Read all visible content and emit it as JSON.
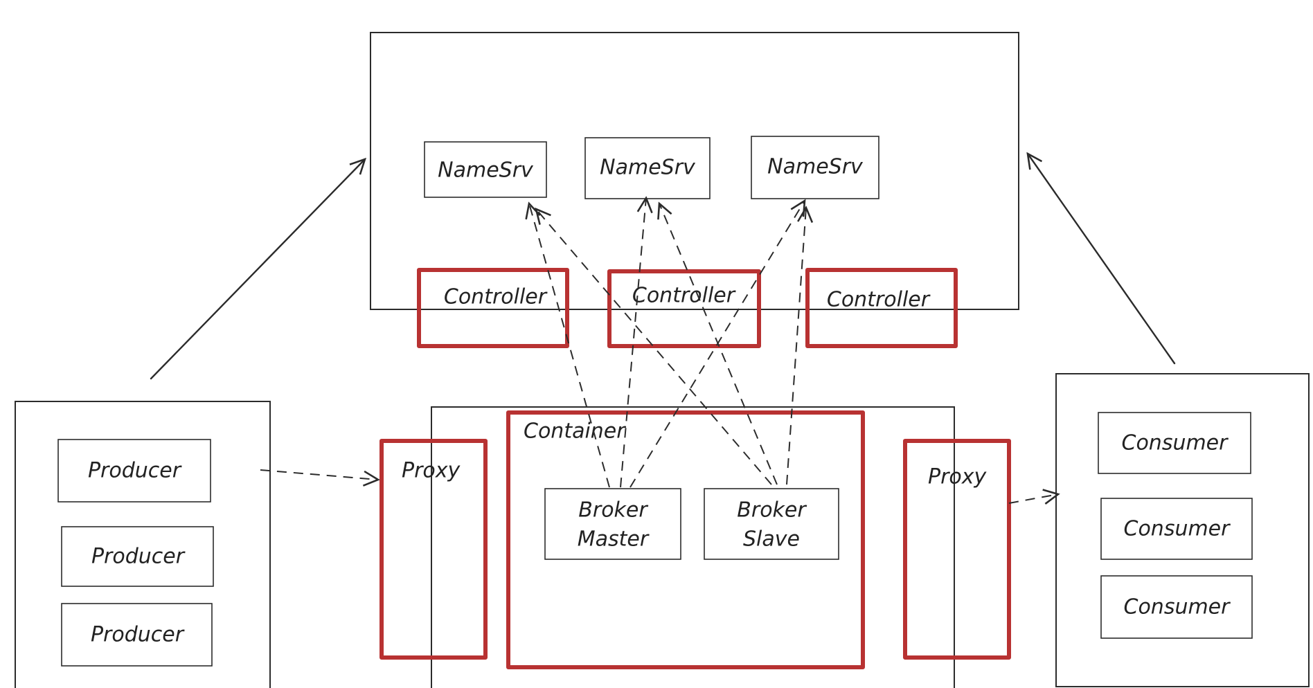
{
  "colors": {
    "ink": "#2b2b2b",
    "highlight": "#b83232"
  },
  "namesrv": {
    "items": [
      {
        "label": "NameSrv"
      },
      {
        "label": "NameSrv"
      },
      {
        "label": "NameSrv"
      }
    ]
  },
  "controllers": {
    "items": [
      {
        "label": "Controller"
      },
      {
        "label": "Controller"
      },
      {
        "label": "Controller"
      }
    ]
  },
  "producers": {
    "items": [
      {
        "label": "Producer"
      },
      {
        "label": "Producer"
      },
      {
        "label": "Producer"
      }
    ]
  },
  "consumers": {
    "items": [
      {
        "label": "Consumer"
      },
      {
        "label": "Consumer"
      },
      {
        "label": "Consumer"
      }
    ]
  },
  "proxies": {
    "left": "Proxy",
    "right": "Proxy"
  },
  "container": {
    "label": "Container",
    "broker_master": {
      "line1": "Broker",
      "line2": "Master"
    },
    "broker_slave": {
      "line1": "Broker",
      "line2": "Slave"
    }
  }
}
